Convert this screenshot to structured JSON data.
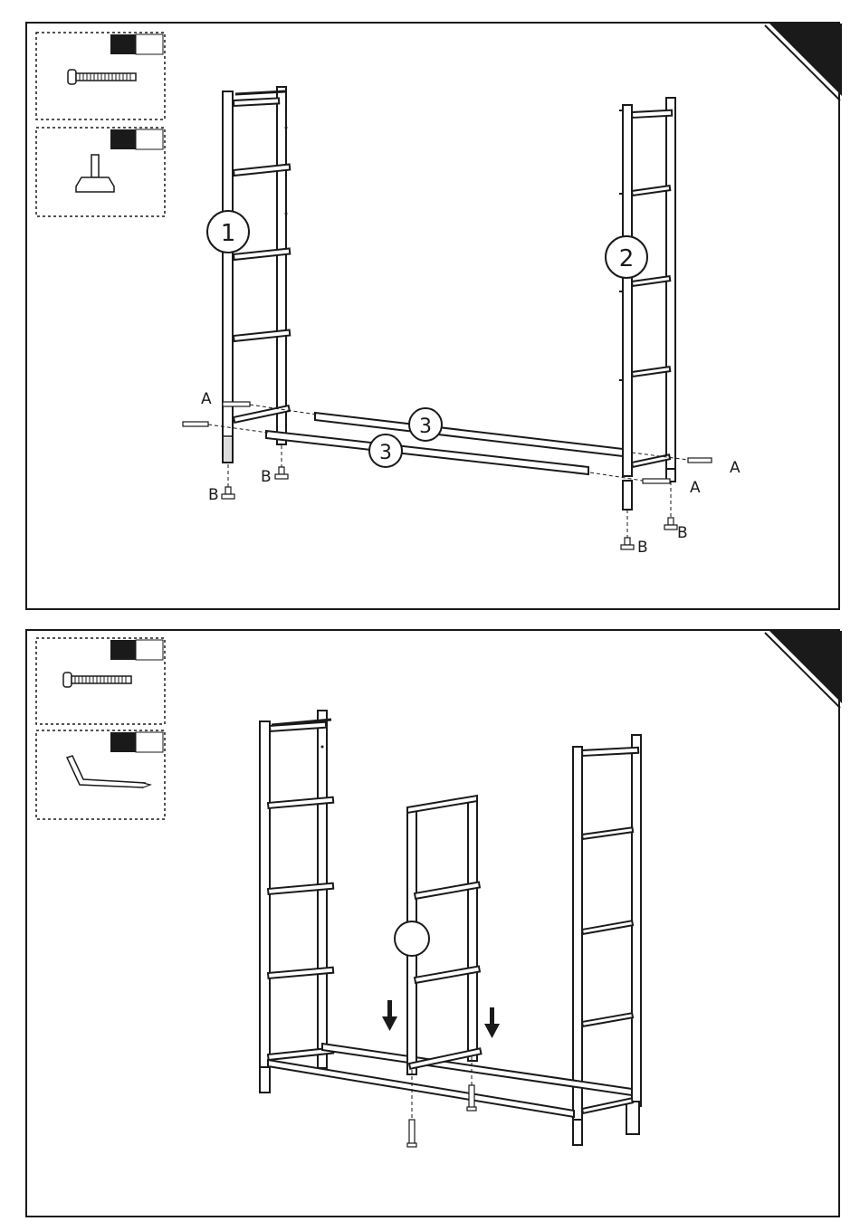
{
  "colors": {
    "ink": "#1a1a1a",
    "paper": "#ffffff"
  },
  "step1": {
    "parts": [
      {
        "icon": "bolt-icon",
        "count": ""
      },
      {
        "icon": "foot-icon",
        "count": ""
      }
    ],
    "callouts": {
      "side_left": "1",
      "side_right": "2",
      "bar_top": "3",
      "bar_bottom": "3"
    },
    "labels": {
      "bolt": "A",
      "foot": "B"
    }
  },
  "step2": {
    "parts": [
      {
        "icon": "bolt-icon",
        "count": ""
      },
      {
        "icon": "allen-key-icon",
        "count": ""
      }
    ],
    "callouts": {
      "divider": ""
    }
  }
}
